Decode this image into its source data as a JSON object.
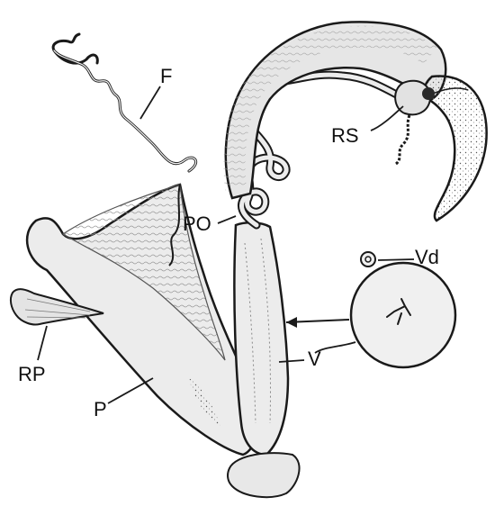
{
  "labels": {
    "f": "F",
    "rs": "RS",
    "po": "PO",
    "vd": "Vd",
    "v": "V",
    "rp": "RP",
    "p": "P"
  },
  "colors": {
    "ink": "#1a1a1a",
    "fill": "#ececec",
    "shade": "#b9b9b9",
    "dark": "#2a2a2a"
  }
}
